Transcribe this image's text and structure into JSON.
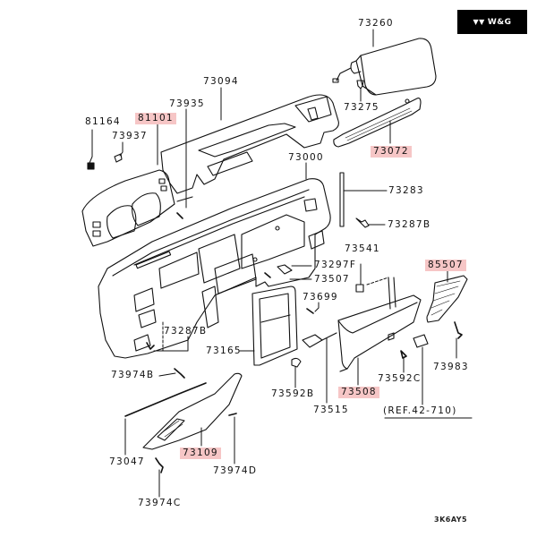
{
  "brand": {
    "logo_icon": "wg-logo-icon",
    "text": "W&G"
  },
  "diagram_code": "3K6AY5",
  "highlight_color": "#f6c6c6",
  "labels": {
    "p73260": "73260",
    "p73275": "73275",
    "p73072": "73072",
    "p73094": "73094",
    "p73935": "73935",
    "p81164": "81164",
    "p81101": "81101",
    "p73937": "73937",
    "p73000": "73000",
    "p73283": "73283",
    "p73287B_right": "73287B",
    "p73541": "73541",
    "p85507": "85507",
    "p73297F": "73297F",
    "p73507": "73507",
    "p73699": "73699",
    "p73287B_left": "73287B",
    "p73165": "73165",
    "p73974B": "73974B",
    "p73592C": "73592C",
    "p73983": "73983",
    "p73592B": "73592B",
    "p73508": "73508",
    "p73515": "73515",
    "ref": "(REF.42-710)",
    "p73047": "73047",
    "p73109": "73109",
    "p73974D": "73974D",
    "p73974C": "73974C"
  },
  "highlighted_parts": [
    "81101",
    "73072",
    "85507",
    "73508",
    "73109"
  ]
}
